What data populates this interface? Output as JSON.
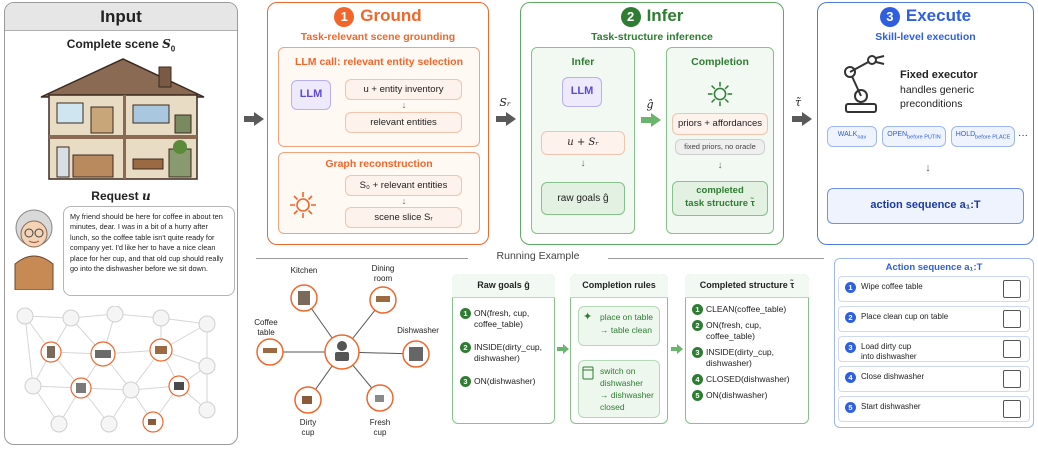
{
  "input": {
    "header": "Input",
    "scene_title": "Complete scene",
    "scene_symbol": "S",
    "scene_sub": "0",
    "request_title": "Request",
    "request_symbol": "u",
    "request_text": "My friend should be here for coffee in about ten minutes, dear. I was in a bit of a hurry after lunch, so the coffee table isn't quite ready for company yet. I'd like her to have a nice clean place for her cup, and that old cup should really go into the dishwasher before we sit down."
  },
  "ground": {
    "num": "1",
    "title": "Ground",
    "subtitle": "Task-relevant scene grounding",
    "llm_box_title": "LLM call: relevant entity selection",
    "llm_label": "LLM",
    "input_label": "u + entity inventory",
    "output_label": "relevant entities",
    "graph_title": "Graph reconstruction",
    "graph_input": "S₀ + relevant entities",
    "graph_output": "scene slice Sᵣ"
  },
  "infer": {
    "num": "2",
    "title": "Infer",
    "subtitle": "Task-structure inference",
    "left_title": "Infer",
    "llm_label": "LLM",
    "input_label": "u + Sᵣ",
    "output_label": "raw goals ĝ",
    "right_title": "Completion",
    "priors_label": "priors + affordances",
    "fixed_label": "fixed priors, no oracle",
    "completed_label_1": "completed",
    "completed_label_2": "task structure τ̃"
  },
  "execute": {
    "num": "3",
    "title": "Execute",
    "subtitle": "Skill-level execution",
    "exec_title": "Fixed executor",
    "exec_desc_1": "handles generic",
    "exec_desc_2": "preconditions",
    "skills": [
      {
        "main": "WALK",
        "sub": "nav"
      },
      {
        "main": "OPEN",
        "sub": "before PUTIN"
      },
      {
        "main": "HOLD",
        "sub": "before PLACE"
      }
    ],
    "ellipsis": "···",
    "action_seq_label": "action sequence a₁:T"
  },
  "flow_labels": {
    "sr": "Sᵣ",
    "g": "ĝ",
    "tau": "τ̃"
  },
  "running_example": {
    "title": "Running Example",
    "graph_nodes": {
      "kitchen": "Kitchen",
      "dining_1": "Dining",
      "dining_2": "room",
      "dishwasher": "Dishwasher",
      "coffee_1": "Coffee",
      "coffee_2": "table",
      "dirty_1": "Dirty",
      "dirty_2": "cup",
      "fresh_1": "Fresh",
      "fresh_2": "cup"
    },
    "raw_goals": {
      "title": "Raw goals ĝ",
      "items": [
        {
          "n": "1",
          "lines": [
            "ON(fresh, cup,",
            "coffee_table)"
          ]
        },
        {
          "n": "2",
          "lines": [
            "INSIDE(dirty_cup,",
            "dishwasher)"
          ]
        },
        {
          "n": "3",
          "lines": [
            "ON(dishwasher)"
          ]
        }
      ]
    },
    "completion_rules": {
      "title": "Completion rules",
      "rule1": [
        "place on table",
        "→ table clean"
      ],
      "rule2": [
        "switch on",
        "dishwasher",
        "→ dishwasher",
        "closed"
      ]
    },
    "completed": {
      "title": "Completed structure τ̃",
      "items": [
        {
          "n": "1",
          "lines": [
            "CLEAN(coffee_table)"
          ]
        },
        {
          "n": "2",
          "lines": [
            "ON(fresh, cup,",
            "coffee_table)"
          ]
        },
        {
          "n": "3",
          "lines": [
            "INSIDE(dirty_cup,",
            "dishwasher)"
          ]
        },
        {
          "n": "4",
          "lines": [
            "CLOSED(dishwasher)"
          ]
        },
        {
          "n": "5",
          "lines": [
            "ON(dishwasher)"
          ]
        }
      ]
    },
    "actions": {
      "title": "Action sequence a₁:T",
      "items": [
        {
          "n": "1",
          "lines": [
            "Wipe coffee table"
          ]
        },
        {
          "n": "2",
          "lines": [
            "Place clean cup on table"
          ]
        },
        {
          "n": "3",
          "lines": [
            "Load dirty cup",
            "into dishwasher"
          ]
        },
        {
          "n": "4",
          "lines": [
            "Close dishwasher"
          ]
        },
        {
          "n": "5",
          "lines": [
            "Start dishwasher"
          ]
        }
      ]
    }
  },
  "colors": {
    "orange": "#f0662b",
    "green": "#2e7d32",
    "blue": "#2f5fe0",
    "llm_purple": "#5b4bd1"
  }
}
